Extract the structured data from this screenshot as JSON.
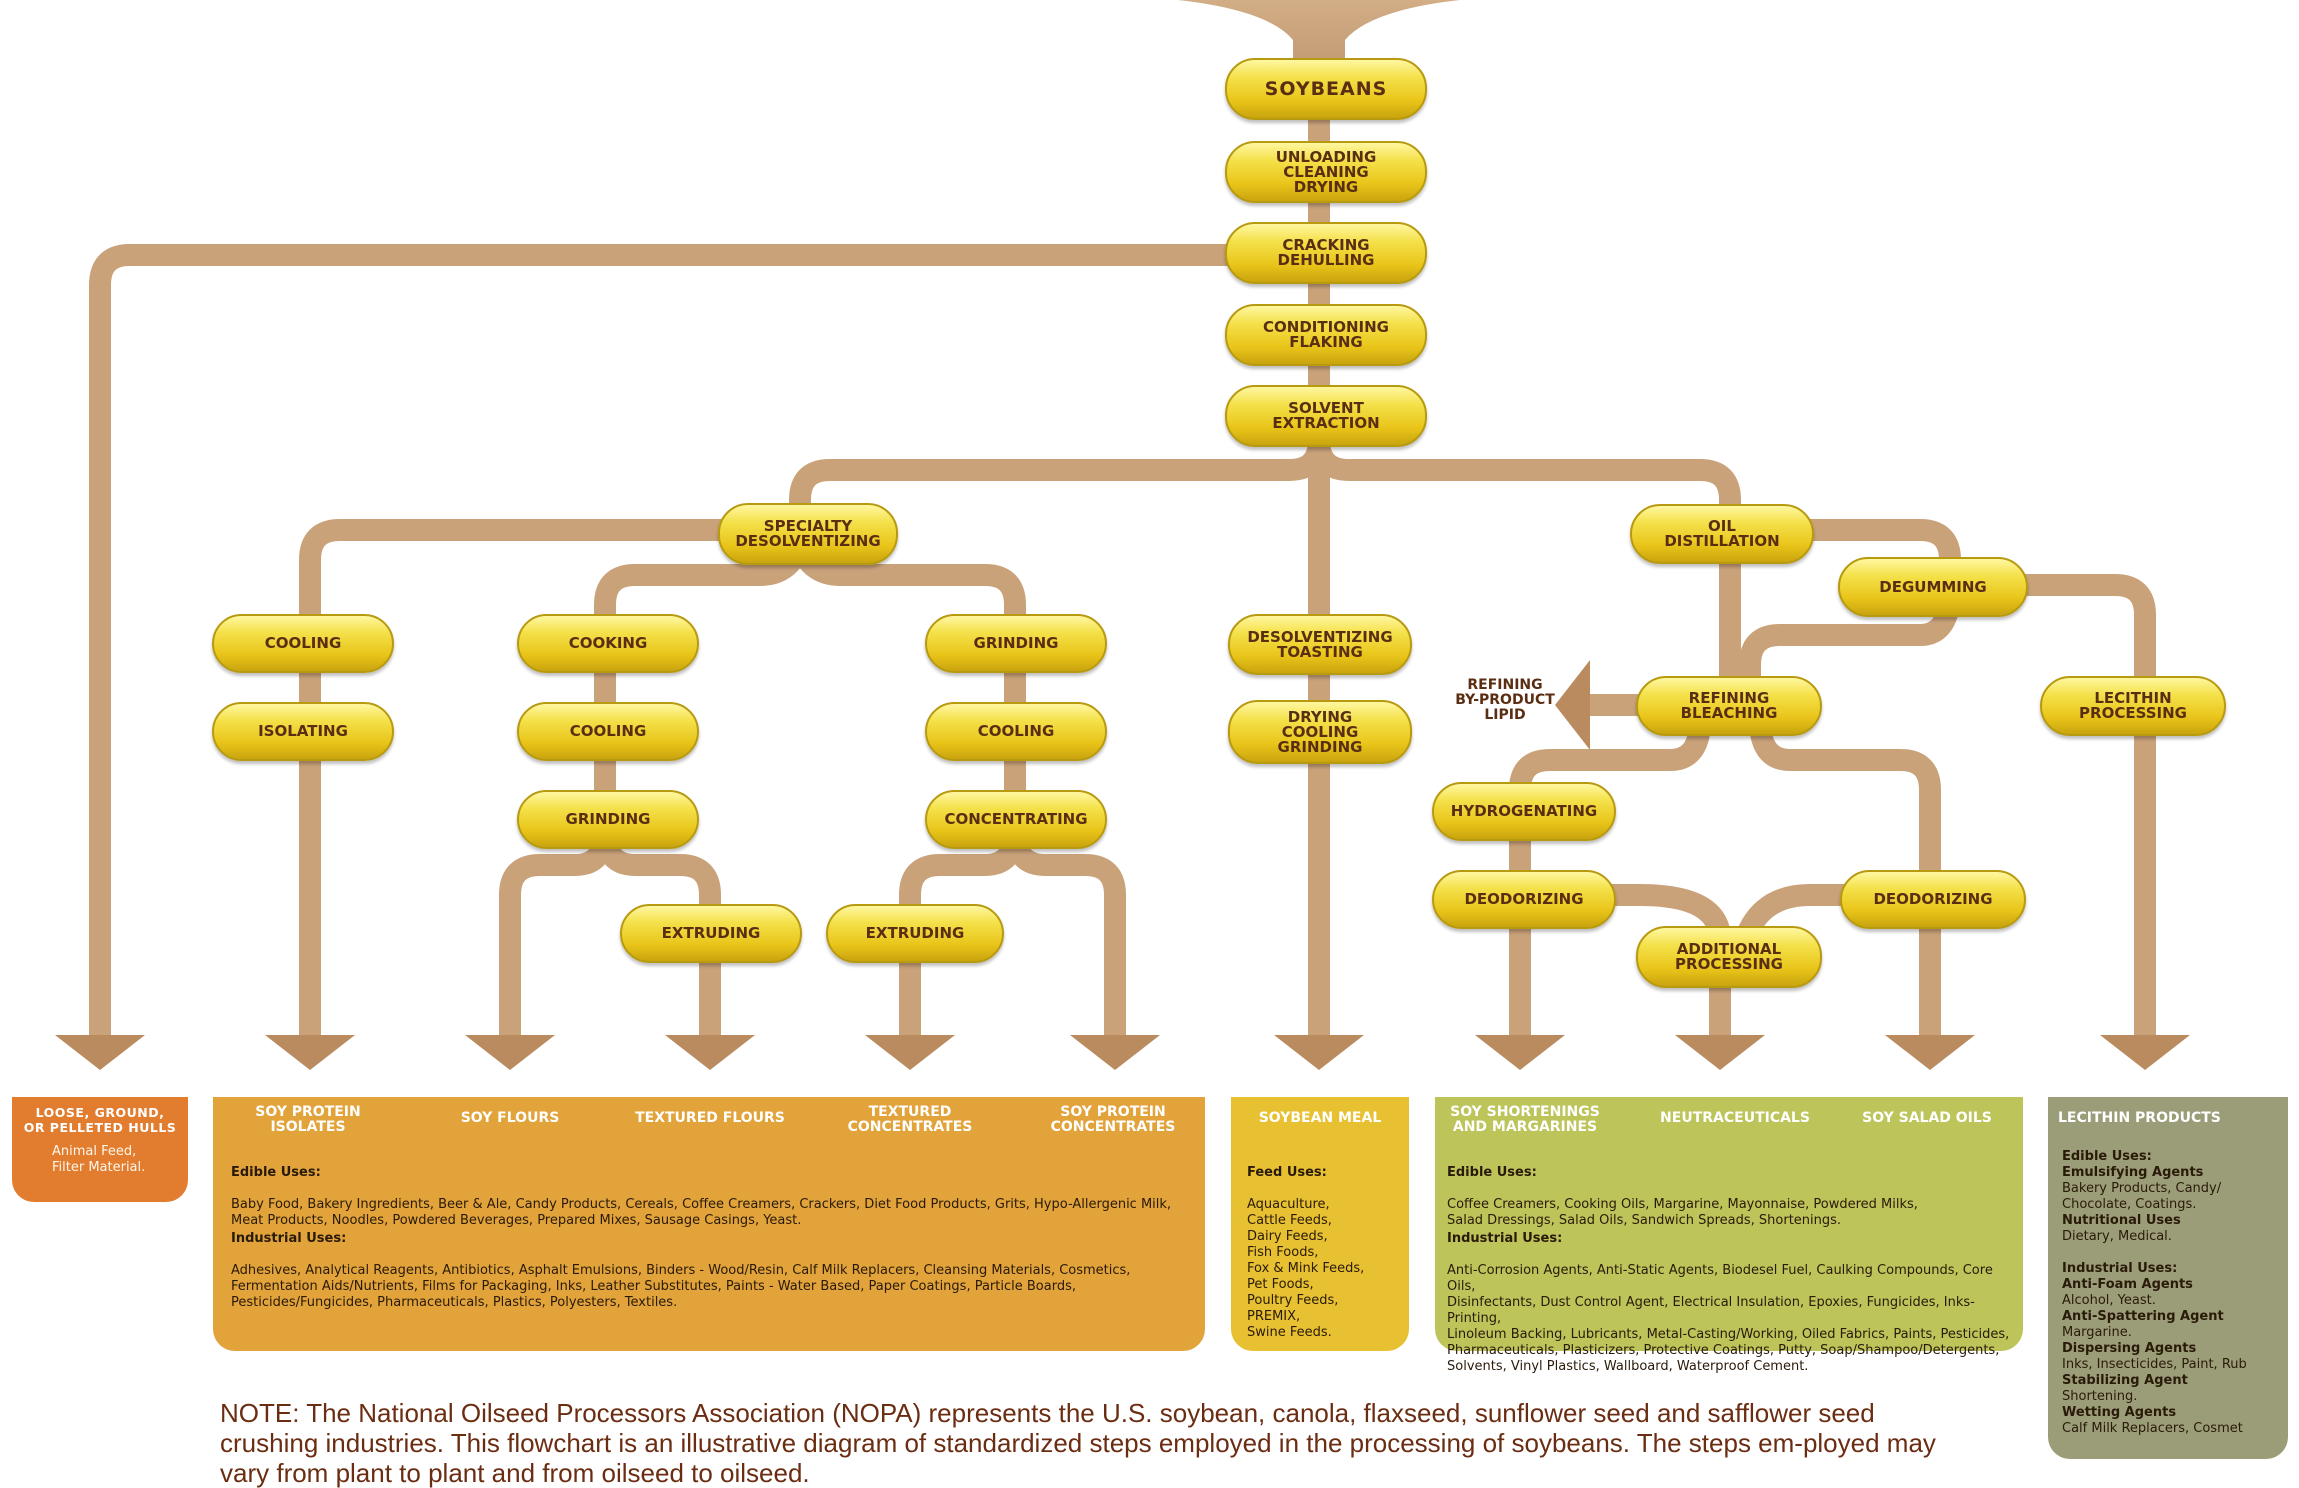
{
  "steps": {
    "soybeans": "SOYBEANS",
    "unloading": "UNLOADING\nCLEANING\nDRYING",
    "cracking": "CRACKING\nDEHULLING",
    "conditioning": "CONDITIONING\nFLAKING",
    "solvent": "SOLVENT\nEXTRACTION",
    "specialty": "SPECIALTY\nDESOLVENTIZING",
    "cooling_left": "COOLING",
    "isolating": "ISOLATING",
    "cooking": "COOKING",
    "cooling_mid": "COOLING",
    "grinding_mid": "GRINDING",
    "extruding_mid": "EXTRUDING",
    "grinding_right": "GRINDING",
    "cooling_right": "COOLING",
    "concentrating": "CONCENTRATING",
    "extruding_right": "EXTRUDING",
    "desolventizing": "DESOLVENTIZING\nTOASTING",
    "drying": "DRYING\nCOOLING\nGRINDING",
    "oil_distillation": "OIL\nDISTILLATION",
    "degumming": "DEGUMMING",
    "refining": "REFINING\nBLEACHING",
    "lecithin_processing": "LECITHIN\nPROCESSING",
    "hydrogenating": "HYDROGENATING",
    "deodorizing_left": "DEODORIZING",
    "additional": "ADDITIONAL\nPROCESSING",
    "deodorizing_right": "DEODORIZING",
    "byproduct": "REFINING\nBY-PRODUCT\nLIPID"
  },
  "outputs": {
    "hulls": {
      "title": "LOOSE, GROUND,\nOR PELLETED HULLS",
      "body": "Animal Feed,\nFilter Material."
    },
    "protein": {
      "titles": [
        "SOY PROTEIN\nISOLATES",
        "SOY FLOURS",
        "TEXTURED FLOURS",
        "TEXTURED\nCONCENTRATES",
        "SOY PROTEIN\nCONCENTRATES"
      ],
      "edible_label": "Edible Uses:",
      "edible": "Baby Food, Bakery Ingredients, Beer & Ale, Candy Products, Cereals, Coffee Creamers, Crackers, Diet Food Products, Grits, Hypo-Allergenic Milk,\nMeat Products, Noodles, Powdered Beverages, Prepared Mixes, Sausage Casings, Yeast.",
      "industrial_label": "Industrial Uses:",
      "industrial": "Adhesives, Analytical Reagents, Antibiotics, Asphalt Emulsions, Binders - Wood/Resin, Calf Milk Replacers, Cleansing Materials, Cosmetics,\nFermentation Aids/Nutrients, Films for Packaging, Inks, Leather Substitutes, Paints - Water Based, Paper Coatings, Particle Boards,\nPesticides/Fungicides, Pharmaceuticals, Plastics, Polyesters, Textiles."
    },
    "meal": {
      "title": "SOYBEAN MEAL",
      "feed_label": "Feed Uses:",
      "feed": "Aquaculture,\nCattle Feeds,\nDairy Feeds,\nFish Foods,\nFox & Mink Feeds,\nPet Foods,\nPoultry Feeds,\nPREMIX,\nSwine Feeds."
    },
    "oil": {
      "titles": [
        "SOY SHORTENINGS\nAND MARGARINES",
        "NEUTRACEUTICALS",
        "SOY SALAD OILS"
      ],
      "edible_label": "Edible Uses:",
      "edible": "Coffee Creamers, Cooking Oils, Margarine, Mayonnaise, Powdered Milks,\nSalad Dressings, Salad Oils, Sandwich Spreads, Shortenings.",
      "industrial_label": "Industrial Uses:",
      "industrial": "Anti-Corrosion Agents, Anti-Static Agents, Biodesel Fuel, Caulking Compounds, Core Oils,\nDisinfectants, Dust Control Agent, Electrical Insulation, Epoxies, Fungicides, Inks-Printing,\nLinoleum Backing, Lubricants, Metal-Casting/Working, Oiled Fabrics, Paints, Pesticides,\nPharmaceuticals, Plasticizers, Protective Coatings, Putty, Soap/Shampoo/Detergents,\nSolvents, Vinyl Plastics, Wallboard, Waterproof Cement."
    },
    "lecithin": {
      "title": "LECITHIN PRODUCTS",
      "edible_label": "Edible Uses:",
      "emulsifying_label": "Emulsifying Agents",
      "emulsifying": "Bakery Products, Candy/\nChocolate, Coatings.",
      "nutritional_label": "Nutritional Uses",
      "nutritional": "Dietary, Medical.",
      "industrial_label": "Industrial Uses:",
      "antifoam_label": "Anti-Foam Agents",
      "antifoam": "Alcohol, Yeast.",
      "antispatter_label": "Anti-Spattering Agent",
      "antispatter": "Margarine.",
      "dispersing_label": "Dispersing Agents",
      "dispersing": "Inks, Insecticides, Paint, Rub",
      "stabilizing_label": "Stabilizing Agent",
      "stabilizing": "Shortening.",
      "wetting_label": "Wetting Agents",
      "wetting": "Calf Milk Replacers, Cosmet"
    }
  },
  "note": "NOTE:  The National Oilseed Processors Association (NOPA) represents the U.S. soybean, canola, flaxseed, sunflower seed and safflower seed crushing industries.  This flowchart is an illustrative diagram of standardized steps employed in the processing of soybeans.  The steps em-ployed may vary from plant to plant and from oilseed to oilseed.",
  "colors": {
    "pipe": "#c9a27a",
    "pill": "#efd024",
    "hulls_box": "#e27c2f",
    "protein_box": "#e1a33a",
    "meal_box": "#e7c131",
    "oil_box": "#bcc45a",
    "lecithin_box": "#9b9d78",
    "text_brown": "#5a2e12"
  }
}
